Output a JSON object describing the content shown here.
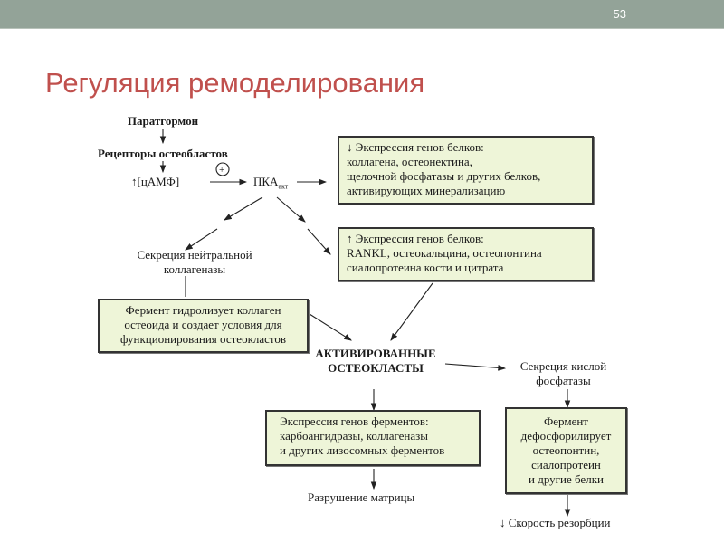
{
  "slide": {
    "number": "53",
    "title": "Регуляция ремоделирования"
  },
  "diagram": {
    "pth": "Паратгормон",
    "receptors": "Рецепторы остеобластов",
    "camp": "↑[цАМФ]",
    "plus": "+",
    "pka": "ПКА",
    "pka_sub": "акт",
    "box1": [
      "↓ Экспрессия генов белков:",
      "коллагена, остеонектина,",
      "щелочной фосфатазы и других белков,",
      "активирующих минерализацию"
    ],
    "box2": [
      "↑ Экспрессия генов белков:",
      "RANKL, остеокальцина, остеопонтина",
      "сиалопротеина кости и цитрата"
    ],
    "secretion_neutral": [
      "Секреция нейтральной",
      "коллагеназы"
    ],
    "box3": [
      "Фермент гидролизует коллаген",
      "остеоида и создает условия для",
      "функционирования остеокластов"
    ],
    "osteoclasts": [
      "АКТИВИРОВАННЫЕ",
      "ОСТЕОКЛАСТЫ"
    ],
    "secretion_acid": [
      "Секреция кислой",
      "фосфатазы"
    ],
    "box4": [
      "Экспрессия генов ферментов:",
      "карбоангидразы, коллагеназы",
      "и других лизосомных ферментов"
    ],
    "matrix": "Разрушение матрицы",
    "box5": [
      "Фермент",
      "дефосфорилирует",
      "остеопонтин,",
      "сиалопротеин",
      "и другие  белки"
    ],
    "resorption": "↓ Скорость резорбции"
  },
  "colors": {
    "topbar": "#93a398",
    "title": "#c0504d",
    "box_fill": "#eef5d8"
  }
}
